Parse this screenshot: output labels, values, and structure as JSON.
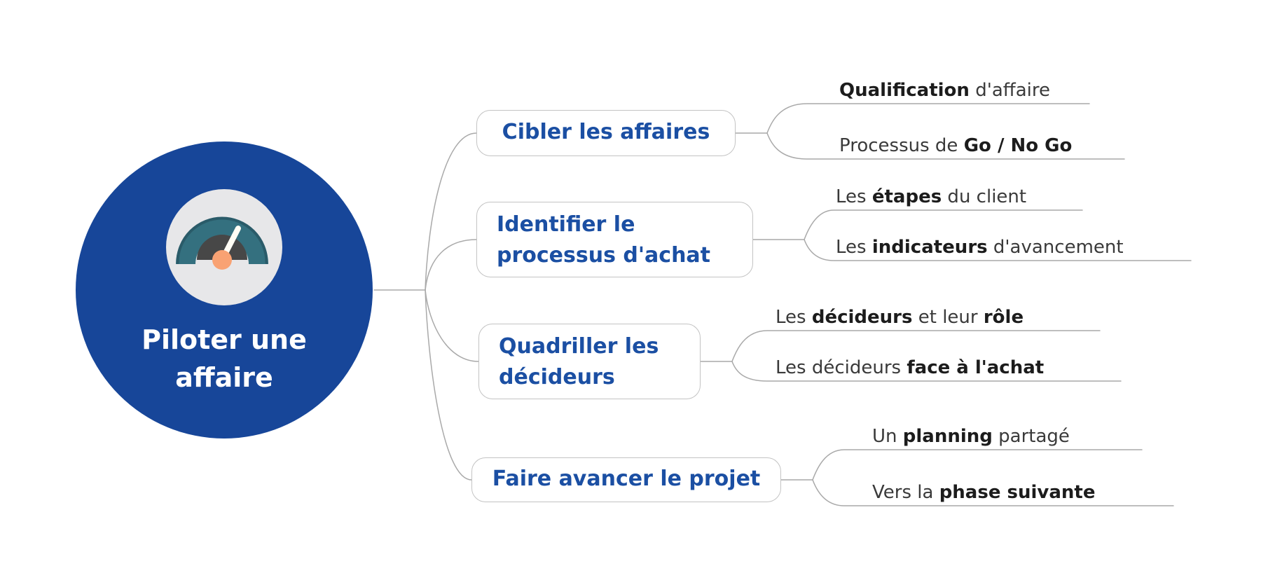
{
  "central": {
    "label": "Piloter une affaire",
    "icon": "gauge-icon"
  },
  "branches": [
    {
      "label": "Cibler les affaires",
      "leaves": [
        {
          "parts": [
            {
              "text": "Qualification",
              "bold": true
            },
            {
              "text": " d'affaire",
              "bold": false
            }
          ]
        },
        {
          "parts": [
            {
              "text": "Processus de ",
              "bold": false
            },
            {
              "text": "Go / No Go",
              "bold": true
            }
          ]
        }
      ]
    },
    {
      "label": "Identifier le processus d'achat",
      "leaves": [
        {
          "parts": [
            {
              "text": "Les ",
              "bold": false
            },
            {
              "text": "étapes",
              "bold": true
            },
            {
              "text": " du client",
              "bold": false
            }
          ]
        },
        {
          "parts": [
            {
              "text": "Les ",
              "bold": false
            },
            {
              "text": "indicateurs",
              "bold": true
            },
            {
              "text": " d'avancement",
              "bold": false
            }
          ]
        }
      ]
    },
    {
      "label": "Quadriller les décideurs",
      "leaves": [
        {
          "parts": [
            {
              "text": "Les ",
              "bold": false
            },
            {
              "text": "décideurs",
              "bold": true
            },
            {
              "text": " et leur ",
              "bold": false
            },
            {
              "text": "rôle",
              "bold": true
            }
          ]
        },
        {
          "parts": [
            {
              "text": "Les décideurs ",
              "bold": false
            },
            {
              "text": "face à l'achat",
              "bold": true
            }
          ]
        }
      ]
    },
    {
      "label": "Faire avancer le projet",
      "leaves": [
        {
          "parts": [
            {
              "text": "Un ",
              "bold": false
            },
            {
              "text": "planning",
              "bold": true
            },
            {
              "text": " partagé",
              "bold": false
            }
          ]
        },
        {
          "parts": [
            {
              "text": "Vers la ",
              "bold": false
            },
            {
              "text": "phase suivante",
              "bold": true
            }
          ]
        }
      ]
    }
  ],
  "colors": {
    "blue": "#174699",
    "topic-blue": "#1B4FA3",
    "line": "#A9A9A9",
    "box-border": "#C3C3C3",
    "leaf-text": "#3A3A3A",
    "leaf-bold": "#1C1C1C",
    "gauge-bg": "#E7E7E9",
    "teal": "#34707F",
    "teal-dark": "#2A5B69",
    "dark-disc": "#474747",
    "orange": "#F9A273",
    "needle": "#FFFDF5",
    "white": "#FFFFFF"
  }
}
